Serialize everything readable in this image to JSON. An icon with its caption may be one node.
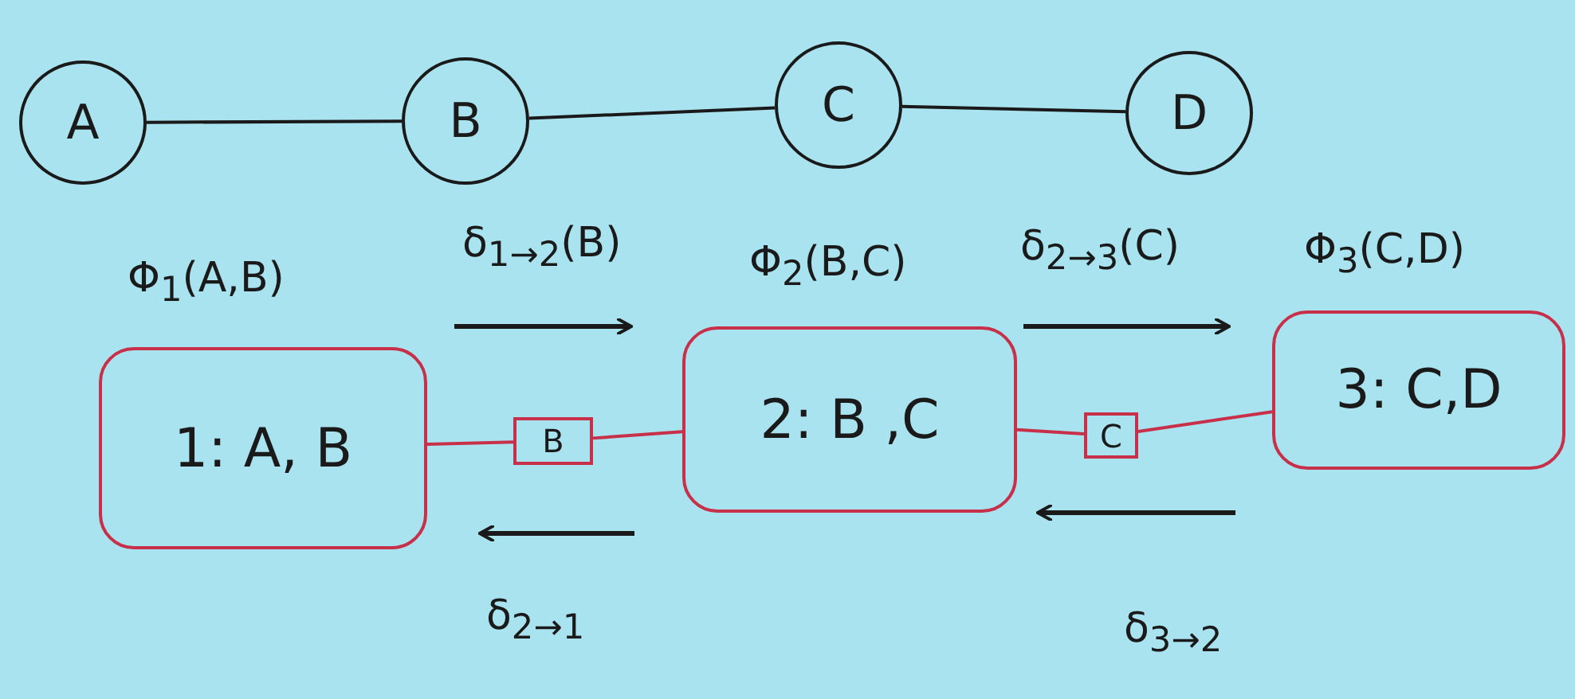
{
  "diagram": {
    "nodes": [
      {
        "text": [
          "A"
        ]
      },
      {
        "text": [
          "B"
        ]
      },
      {
        "text": [
          "C"
        ]
      },
      {
        "text": [
          "D"
        ]
      },
      {
        "text": [
          "1: A, B"
        ],
        "beside": [
          "Φ$_{1}$(A,B)"
        ]
      },
      {
        "text": [
          "B"
        ]
      },
      {
        "text": [
          "2: B ,C"
        ],
        "beside": [
          "Φ$_{2}$(B,C)"
        ]
      },
      {
        "text": [
          "C"
        ]
      },
      {
        "text": [
          "3: C,D"
        ],
        "beside": [
          "Φ$_{3}$(C,D)"
        ]
      }
    ],
    "edges": [
      {
        "from": 0,
        "to": 1,
        "arrow": "none",
        "color": "#1a1a1a"
      },
      {
        "from": 1,
        "to": 2,
        "arrow": "none",
        "color": "#1a1a1a"
      },
      {
        "from": 2,
        "to": 3,
        "arrow": "none",
        "color": "#1a1a1a"
      },
      {
        "from": 4,
        "to": 5,
        "arrow": "none"
      },
      {
        "from": 5,
        "to": 6,
        "arrow": "none"
      },
      {
        "from": 6,
        "to": 7,
        "arrow": "none"
      },
      {
        "from": 7,
        "to": 8,
        "arrow": "none"
      }
    ],
    "labels": [
      "δ$_{1→2}$(B)",
      "δ$_{2→3}$(C)",
      "δ$_{2→1}$",
      "δ$_{3→2}$"
    ]
  }
}
